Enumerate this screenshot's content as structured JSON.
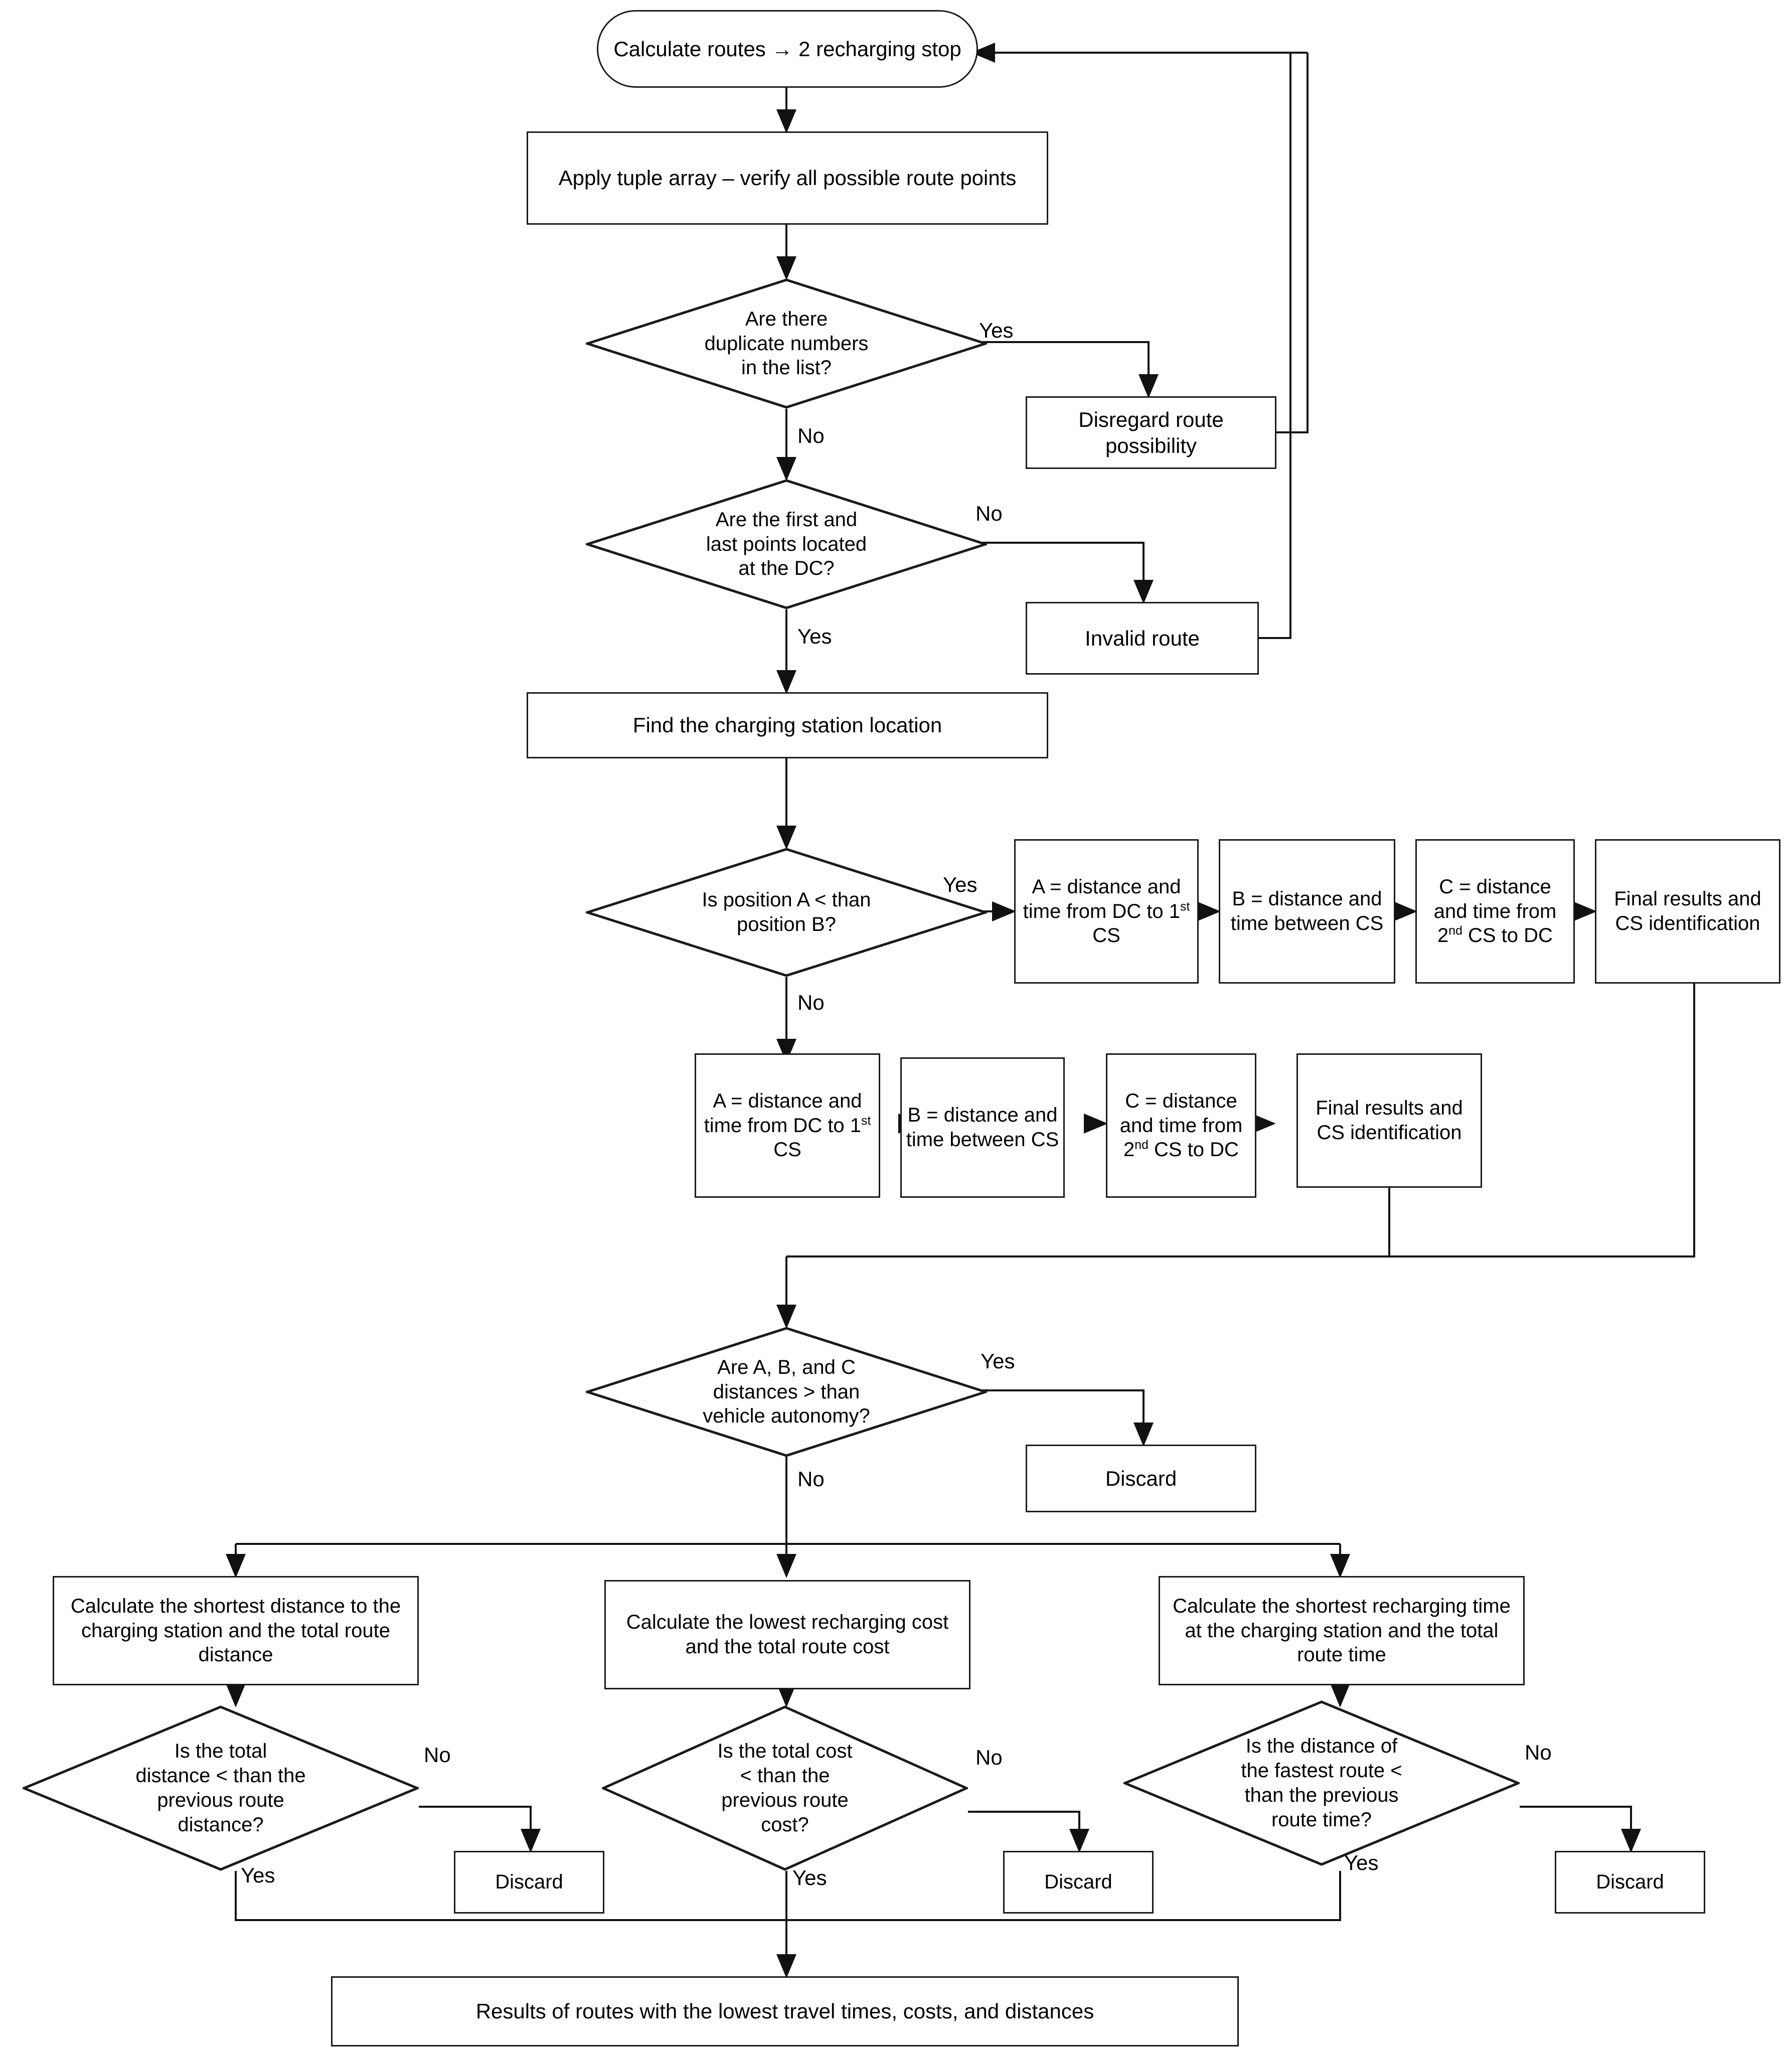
{
  "diagram": {
    "title": "Electric vehicle route calculation flowchart (2 recharging stops)",
    "colors": {
      "stroke": "#1a1a1a",
      "fill": "#ffffff",
      "text": "#000000"
    }
  },
  "nodes": {
    "start": "Calculate routes → 2 recharging stop",
    "apply_tuple": "Apply tuple array – verify all possible route points",
    "dup_check": "Are there duplicate numbers in the list?",
    "disregard": "Disregard route possibility",
    "dc_check": "Are the first and last points located at the DC?",
    "invalid": "Invalid route",
    "find_cs": "Find the charging station location",
    "pos_check": "Is position A < than position B?",
    "yes_a": "A = distance and time from DC to 1st CS",
    "yes_b": "B = distance and time between CS",
    "yes_c": "C = distance and time from 2nd CS to DC",
    "yes_final": "Final results and CS identification",
    "no_a": "A = distance and time from DC to 1st CS",
    "no_b": "B = distance and time between CS",
    "no_c": "C = distance and time from 2nd CS to DC",
    "no_final": "Final results and CS identification",
    "autonomy_check": "Are A, B, and C distances > than vehicle autonomy?",
    "discard_autonomy": "Discard",
    "calc_distance": "Calculate the shortest distance to the charging station and the total route distance",
    "calc_cost": "Calculate the lowest recharging cost and the total route cost",
    "calc_time": "Calculate the shortest recharging time at the charging station and the total route time",
    "dist_check": "Is the total distance < than the previous route distance?",
    "cost_check": "Is the total cost < than the previous route cost?",
    "time_check": "Is the distance of the fastest route < than the previous route time?",
    "discard_distance": "Discard",
    "discard_cost": "Discard",
    "discard_time": "Discard",
    "results": "Results of routes with the lowest travel times, costs, and distances"
  },
  "edge_labels": {
    "dup_yes": "Yes",
    "dup_no": "No",
    "dc_no": "No",
    "dc_yes": "Yes",
    "pos_yes": "Yes",
    "pos_no": "No",
    "autonomy_yes": "Yes",
    "autonomy_no": "No",
    "dist_no": "No",
    "dist_yes": "Yes",
    "cost_no": "No",
    "cost_yes": "Yes",
    "time_no": "No",
    "time_yes": "Yes"
  }
}
